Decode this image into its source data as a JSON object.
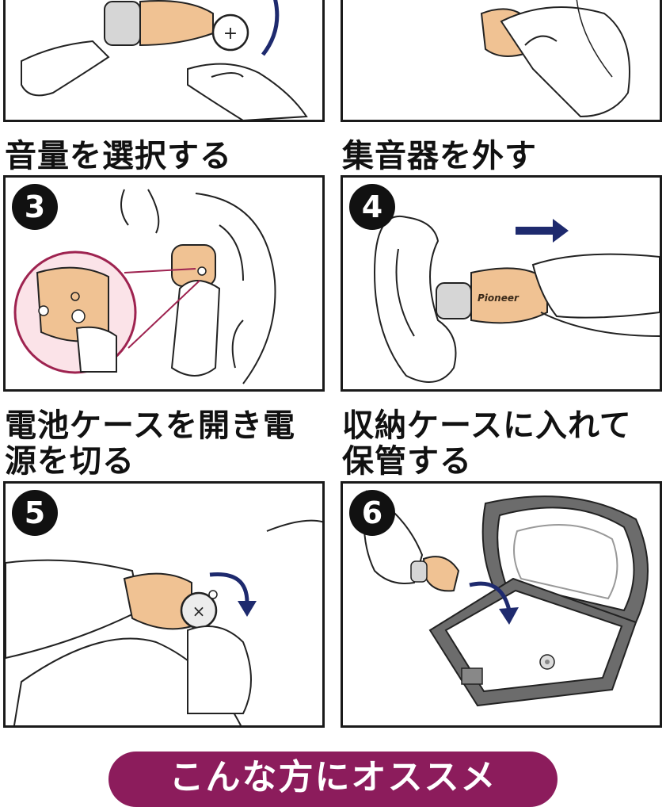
{
  "steps": [
    {
      "number": "3",
      "title": "音量を選択する"
    },
    {
      "number": "4",
      "title": "集音器を外す"
    },
    {
      "number": "5",
      "title_line1": "電池ケースを開き電",
      "title_line2": "源を切る"
    },
    {
      "number": "6",
      "title_line1": "収納ケースに入れて",
      "title_line2": "保管する"
    }
  ],
  "brand_label": "Pioneer",
  "banner": {
    "text": "こんな方にオススメ"
  },
  "colors": {
    "skin": "#f3c9a0",
    "device": "#e8b98c",
    "arrow_blue": "#1e2a6e",
    "banner": "#8c1c5c",
    "magnifier_ring": "#9e2350"
  }
}
